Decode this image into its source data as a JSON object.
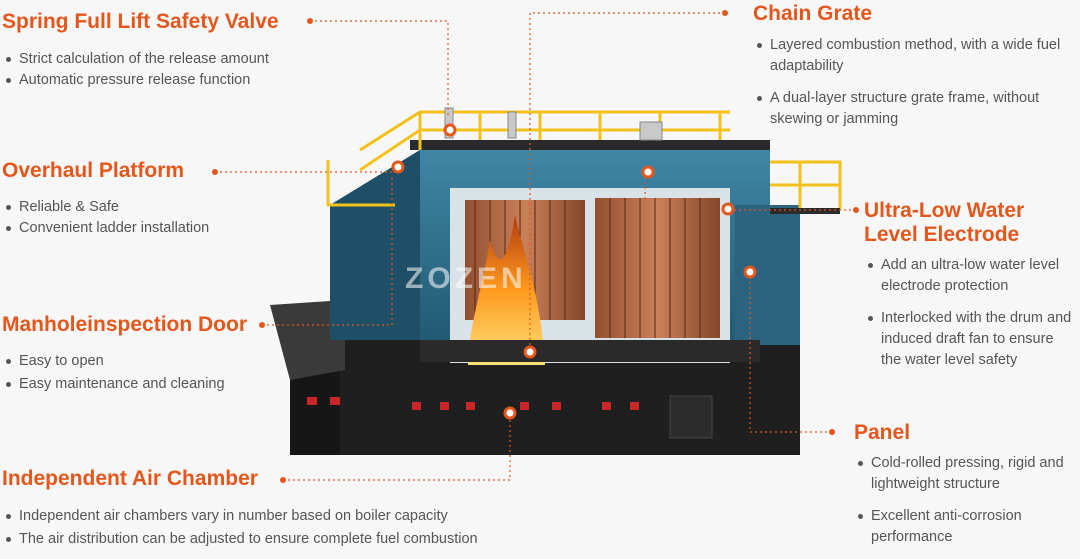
{
  "callouts": [
    {
      "id": "safety-valve",
      "title": "Spring Full Lift Safety Valve",
      "bullets": [
        "Strict calculation of the release amount",
        "Automatic pressure release function"
      ]
    },
    {
      "id": "overhaul-platform",
      "title": "Overhaul Platform",
      "bullets": [
        "Reliable & Safe",
        "Convenient ladder installation"
      ]
    },
    {
      "id": "manhole-door",
      "title": "Manholeinspection Door",
      "bullets": [
        "Easy to open",
        "Easy maintenance and cleaning"
      ]
    },
    {
      "id": "air-chamber",
      "title": "Independent Air Chamber",
      "bullets": [
        "Independent air chambers vary in number based on boiler capacity",
        "The air distribution can be adjusted to ensure complete fuel combustion"
      ]
    },
    {
      "id": "chain-grate",
      "title": "Chain Grate",
      "bullets": [
        "Layered combustion method, with a wide fuel adaptability",
        "A dual-layer structure grate frame, without skewing or jamming"
      ]
    },
    {
      "id": "water-electrode",
      "title": "Ultra-Low Water Level Electrode",
      "bullets": [
        "Add an ultra-low water level electrode protection",
        "Interlocked with the drum and induced draft fan to ensure the water level safety"
      ]
    },
    {
      "id": "panel",
      "title": "Panel",
      "bullets": [
        "Cold-rolled pressing, rigid and lightweight structure",
        "Excellent anti-corrosion performance"
      ]
    }
  ],
  "watermark": "ZOZEN",
  "colors": {
    "accent": "#e4571c",
    "boiler_blue": "#2f6f8c",
    "boiler_black": "#1c1c1c",
    "rail_yellow": "#f2c21b"
  }
}
